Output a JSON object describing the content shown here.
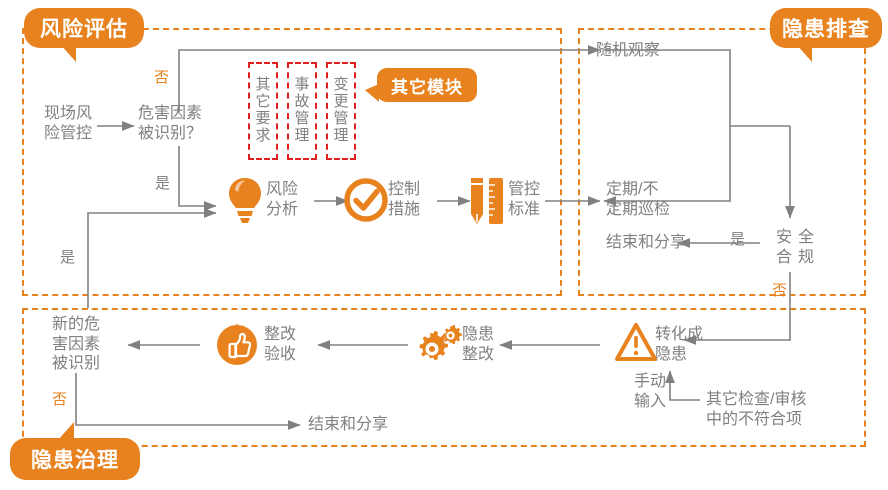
{
  "diagram": {
    "accent_color": "#E8821E",
    "text_color": "#808080",
    "module_box_border": "#E02020",
    "connector_color": "#808080"
  },
  "regions": [
    {
      "id": "risk-assessment",
      "callout": "风险评估"
    },
    {
      "id": "hazard-inspection",
      "callout": "隐患排查"
    },
    {
      "id": "hazard-treatment",
      "callout": "隐患治理"
    }
  ],
  "callouts": {
    "risk_assessment": "风险评估",
    "hazard_inspection": "隐患排查",
    "hazard_treatment": "隐患治理",
    "other_modules": "其它模块"
  },
  "nodes": {
    "site_risk_control": "现场风\n险管控",
    "hazard_identified": "危害因素\n被识别？",
    "risk_analysis": "风险\n分析",
    "control_measures": "控制\n措施",
    "control_standard": "管控\n标准",
    "random_observation": "随机观察",
    "periodic_inspection": "定期/不\n定期巡检",
    "safety_compliance_1": "安",
    "safety_compliance_2": "全",
    "safety_compliance_3": "合",
    "safety_compliance_4": "规",
    "end_and_share_top": "结束和分享",
    "convert_to_hazard": "转化成\n隐患",
    "hazard_rectification": "隐患\n整改",
    "rectification_acceptance": "整改\n验收",
    "new_hazard_identified": "新的危\n害因素\n被识别",
    "end_and_share_bottom": "结束和分享",
    "manual_input": "手动\n输入",
    "other_nonconformity": "其它检查/审核\n中的不符合项"
  },
  "modules": [
    {
      "id": "other-requirements",
      "chars": [
        "其",
        "它",
        "要",
        "求"
      ]
    },
    {
      "id": "accident-management",
      "chars": [
        "事",
        "故",
        "管",
        "理"
      ]
    },
    {
      "id": "change-management",
      "chars": [
        "变",
        "更",
        "管",
        "理"
      ]
    }
  ],
  "branch_labels": {
    "no_top": "否",
    "yes_decision": "是",
    "yes_loopback": "是",
    "yes_compliance": "是",
    "no_compliance": "否",
    "no_new_hazard": "否"
  },
  "icons": {
    "risk_analysis": "lightbulb-icon",
    "control_measures": "check-circle-icon",
    "control_standard": "pencil-ruler-icon",
    "convert_to_hazard": "warning-triangle-icon",
    "hazard_rectification": "gears-icon",
    "rectification_acceptance": "thumbs-up-icon"
  }
}
